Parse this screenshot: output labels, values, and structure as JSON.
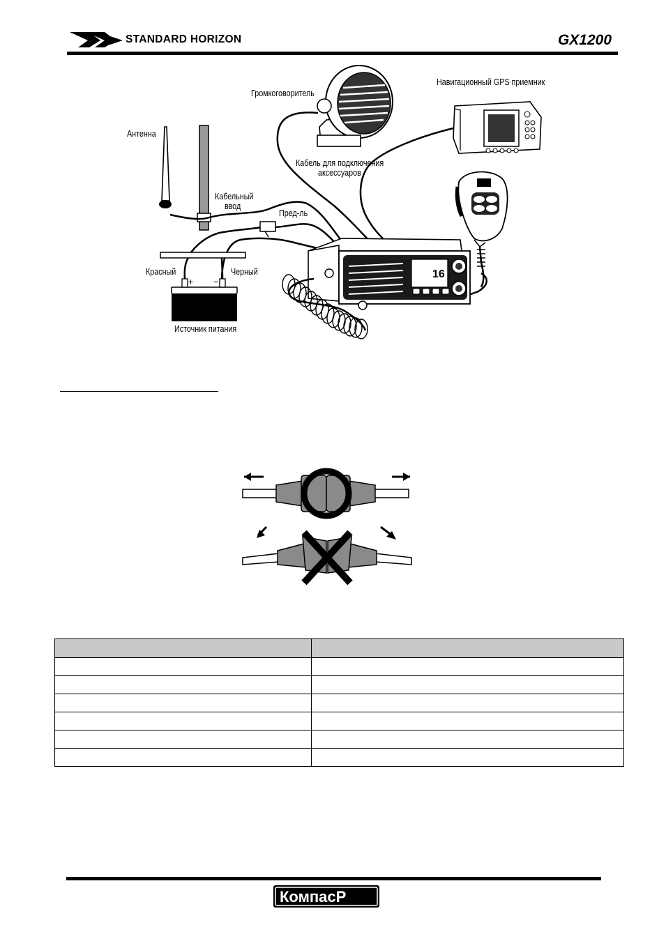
{
  "header": {
    "brand": "STANDARD HORIZON",
    "model": "GX1200"
  },
  "diagram": {
    "labels": {
      "antenna": "Антенна",
      "cable_entry_line1": "Кабельный",
      "cable_entry_line2": "ввод",
      "speaker": "Громкоговоритель",
      "gps": "Навигационный GPS приемник",
      "accessory_cable_line1": "Кабель для подключения",
      "accessory_cable_line2": "аксессуаров",
      "fuse": "Пред-ль",
      "red": "Красный",
      "black": "Черный",
      "power_source": "Источник питания",
      "plus": "+",
      "minus": "−"
    },
    "radio_display_channel": "16"
  },
  "table": {
    "header": [
      "",
      ""
    ],
    "rows": [
      [
        "",
        ""
      ],
      [
        "",
        ""
      ],
      [
        "",
        ""
      ],
      [
        "",
        ""
      ],
      [
        "",
        ""
      ],
      [
        "",
        ""
      ]
    ]
  },
  "footer": {
    "logo_text": "КомпасР"
  },
  "colors": {
    "table_header_bg": "#c9c9c9",
    "connector_fill": "#8a8a8a",
    "battery_fill": "#000000"
  }
}
